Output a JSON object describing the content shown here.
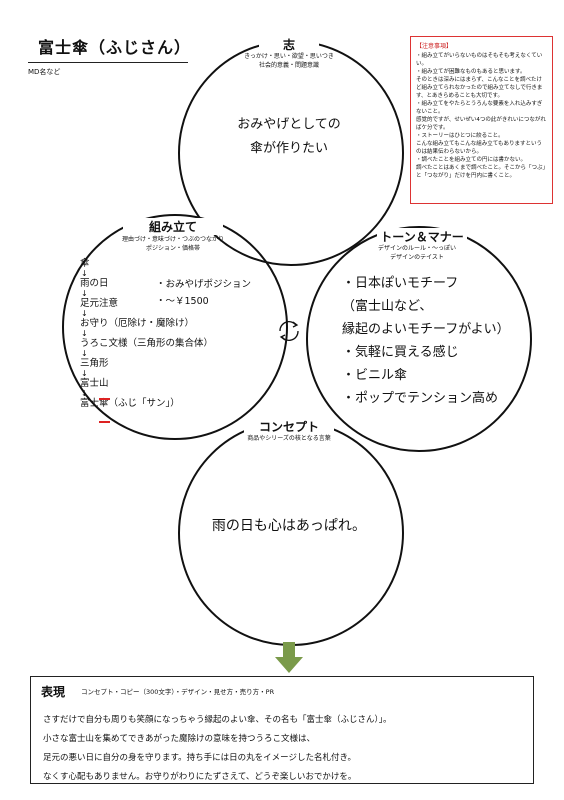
{
  "page": {
    "title": "富士傘（ふじさん）",
    "subnote": "MD名など"
  },
  "aspiration": {
    "title": "志",
    "subtitle": "きっかけ・思い・欲望・思いつき\n社会的意義・問題意識",
    "text": "おみやげとしての\n傘が作りたい"
  },
  "notes": {
    "title": "【注意事項】",
    "items": [
      "・組み立てがいらないものはそもそも考えなくていい。",
      "・組み立てが困難なものもあると思います。",
      "そのときは深みにはまらず、こんなことを調べたけど組み立てられなかったので組み立てなしで行きます、とあきらめることも大切です。",
      "・組み立てをやたらとうろんな要素を入れ込みすぎないこと。",
      "感覚的ですが、せいぜい4つの此がきれいにつながればケ分です。",
      "・ストーリーはひとつに絞ること。",
      "こんな組み立てもこんな組み立てもありますというのは結果伝わらないから。",
      "・調べたことを組み立ての円には書かない。",
      "調べたことはあくまで調べたこと。そこから「つぶ」と「つながり」だけを円内に書くこと。"
    ]
  },
  "structure": {
    "title": "組み立て",
    "subtitle": "理由づけ・意味づけ・つぶのつながり\nポジション・価格帯",
    "flow": [
      "傘",
      "雨の日",
      "足元注意",
      "お守り（厄除け・魔除け）",
      "うろこ文様（三角形の集合体）",
      "三角形",
      "富士山",
      "富士傘（ふじ「サン」）"
    ],
    "side": [
      "・おみやげポジション",
      "・～￥1500"
    ]
  },
  "tone": {
    "title": "トーン＆マナー",
    "subtitle": "デザインのルール・〜っぽい\nデザインのテイスト",
    "items": [
      "・日本ぽいモチーフ",
      "（富士山など、",
      "縁起のよいモチーフがよい）",
      "・気軽に買える感じ",
      "・ビニル傘",
      "・ポップでテンション高め"
    ]
  },
  "concept": {
    "title": "コンセプト",
    "subtitle": "商品やシリーズの核となる言葉",
    "text": "雨の日も心はあっぱれ。"
  },
  "expression": {
    "label": "表現",
    "subtitle": "コンセプト・コピー（300文字）・デザイン・見せ方・売り方・PR",
    "lines": [
      "さすだけで自分も周りも笑顔になっちゃう縁起のよい傘、その名も「富士傘（ふじさん）」。",
      "小さな富士山を集めてできあがった魔除けの意味を持つうろこ文様は、",
      "足元の悪い日に自分の身を守ります。持ち手には日の丸をイメージした名札付き。",
      "なくす心配もありません。お守りがわりにたずさえて、どうぞ楽しいおでかけを。"
    ]
  },
  "colors": {
    "accent_red": "#d22222",
    "arrow_green": "#7a9a4a"
  },
  "icons": {
    "cycle": "cycle-arrows-icon",
    "down": "down-arrow-icon"
  }
}
